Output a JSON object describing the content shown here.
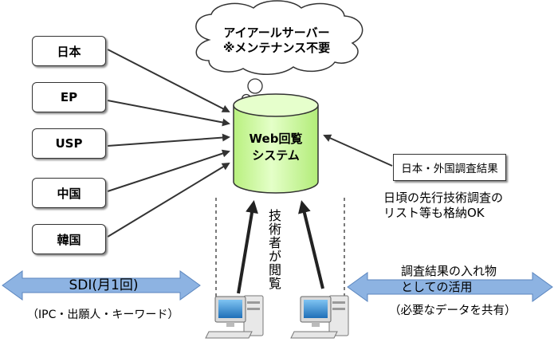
{
  "sources": [
    {
      "label": "日本"
    },
    {
      "label": "EP"
    },
    {
      "label": "USP"
    },
    {
      "label": "中国"
    },
    {
      "label": "韓国"
    }
  ],
  "cloud": {
    "line1": "アイアールサーバー",
    "line2": "※メンテナンス不要"
  },
  "database": {
    "line1": "Web回覧",
    "line2": "システム"
  },
  "results_box": {
    "label": "日本・外国調査結果"
  },
  "results_note": {
    "line1": "日頃の先行技術調査の",
    "line2": "リスト等も格納OK"
  },
  "viewer_note": {
    "label": "技術者が閲覧"
  },
  "sdi": {
    "title": "SDI(月1回)",
    "subtitle": "（IPC・出願人・キーワード）"
  },
  "sharing": {
    "line1": "調査結果の入れ物",
    "line2": "としての活用",
    "line3": "（必要なデータを共有）"
  },
  "colors": {
    "cylinder": "#ccff99",
    "cylinder_top": "#e6ffcc",
    "arrow": "#333333",
    "double_arrow": "#8db3e2",
    "screen": "#3f8fd0"
  }
}
